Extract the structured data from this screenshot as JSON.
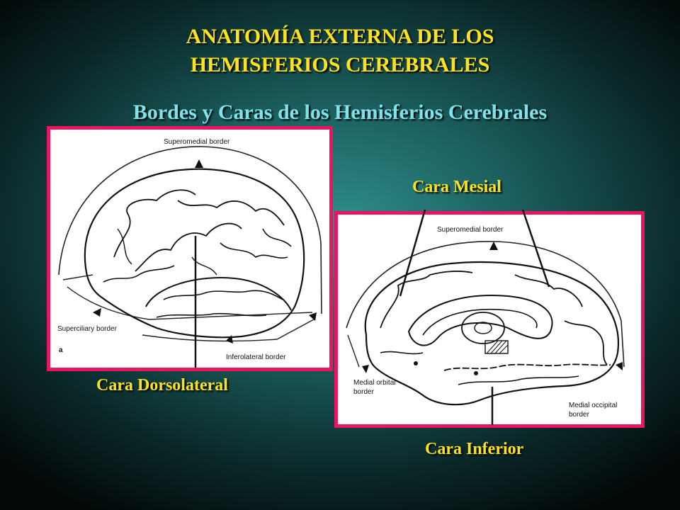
{
  "slide": {
    "title_line1": "ANATOMÍA EXTERNA DE LOS",
    "title_line2": "HEMISFERIOS CEREBRALES",
    "subtitle": "Bordes y Caras de los Hemisferios Cerebrales"
  },
  "captions": {
    "dorsolateral": "Cara Dorsolateral",
    "mesial": "Cara Mesial",
    "inferior": "Cara Inferior"
  },
  "figure_left": {
    "superomedial": "Superomedial border",
    "superciliary": "Superciliary border",
    "inferolateral": "Inferolateral border",
    "panel_letter": "a"
  },
  "figure_right": {
    "superomedial": "Superomedial border",
    "medial_orbital_1": "Medial orbital",
    "medial_orbital_2": "border",
    "medial_occipital_1": "Medial occipital",
    "medial_occipital_2": "border"
  },
  "colors": {
    "title": "#ffe31a",
    "subtitle": "#7fe3ec",
    "frame": "#e8155f",
    "background": "#1b5e5d"
  }
}
